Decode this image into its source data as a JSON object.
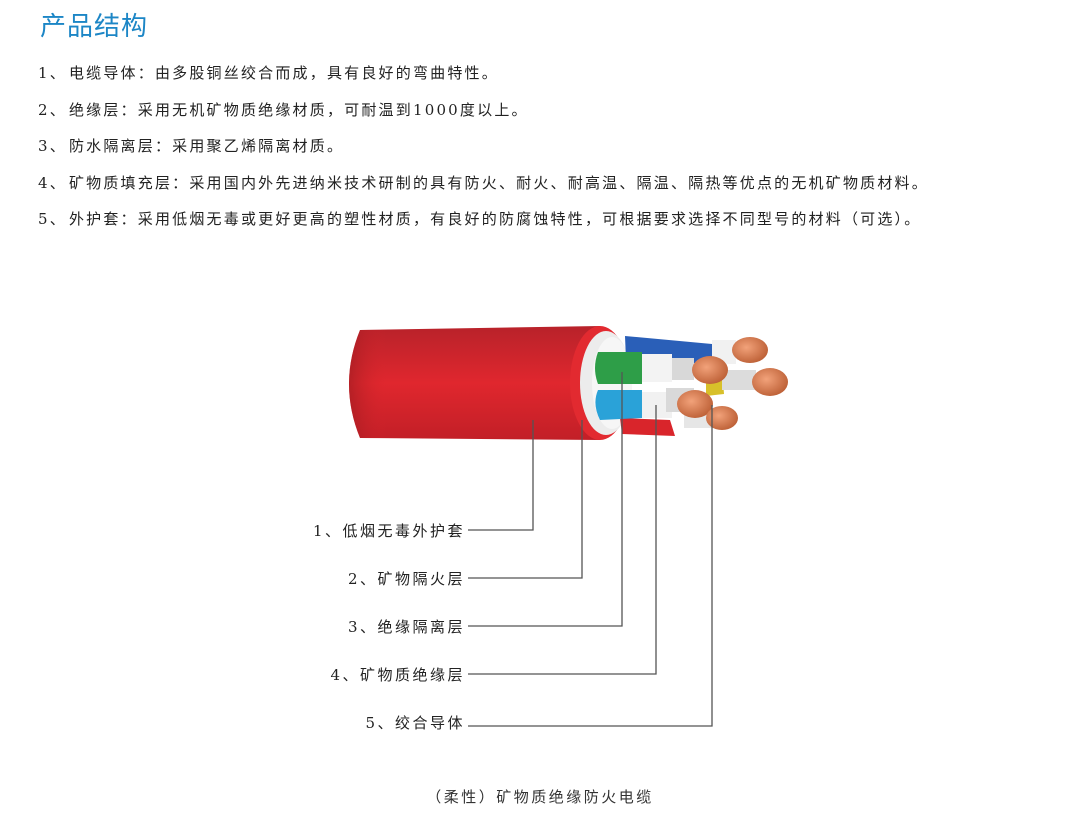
{
  "page": {
    "title": "产品结构"
  },
  "specs": [
    {
      "num": "1、",
      "text": "电缆导体：由多股铜丝绞合而成，具有良好的弯曲特性。"
    },
    {
      "num": "2、",
      "text": "绝缘层：采用无机矿物质绝缘材质，可耐温到1000度以上。"
    },
    {
      "num": "3、",
      "text": "防水隔离层：采用聚乙烯隔离材质。"
    },
    {
      "num": "4、",
      "text": "矿物质填充层：采用国内外先进纳米技术研制的具有防火、耐火、耐高温、隔温、隔热等优点的无机矿物质材料。"
    },
    {
      "num": "5、",
      "text": "外护套：采用低烟无毒或更好更高的塑性材质，有良好的防腐蚀特性，可根据要求选择不同型号的材料（可选）。"
    }
  ],
  "diagram": {
    "callouts": [
      {
        "label": "1、低烟无毒外护套"
      },
      {
        "label": "2、矿物隔火层"
      },
      {
        "label": "3、绝缘隔离层"
      },
      {
        "label": "4、矿物质绝缘层"
      },
      {
        "label": "5、绞合导体"
      }
    ],
    "colors": {
      "sheath": "#d9252b",
      "sheath_dark": "#a61f24",
      "mineral_layer": "#e8e8e8",
      "core_green": "#2e9e48",
      "core_blue": "#2a5fb8",
      "core_cyan": "#2aa2d8",
      "core_yellow": "#d8c02a",
      "copper": "#d2784a",
      "line": "#555555"
    },
    "caption": "（柔性）矿物质绝缘防火电缆"
  }
}
